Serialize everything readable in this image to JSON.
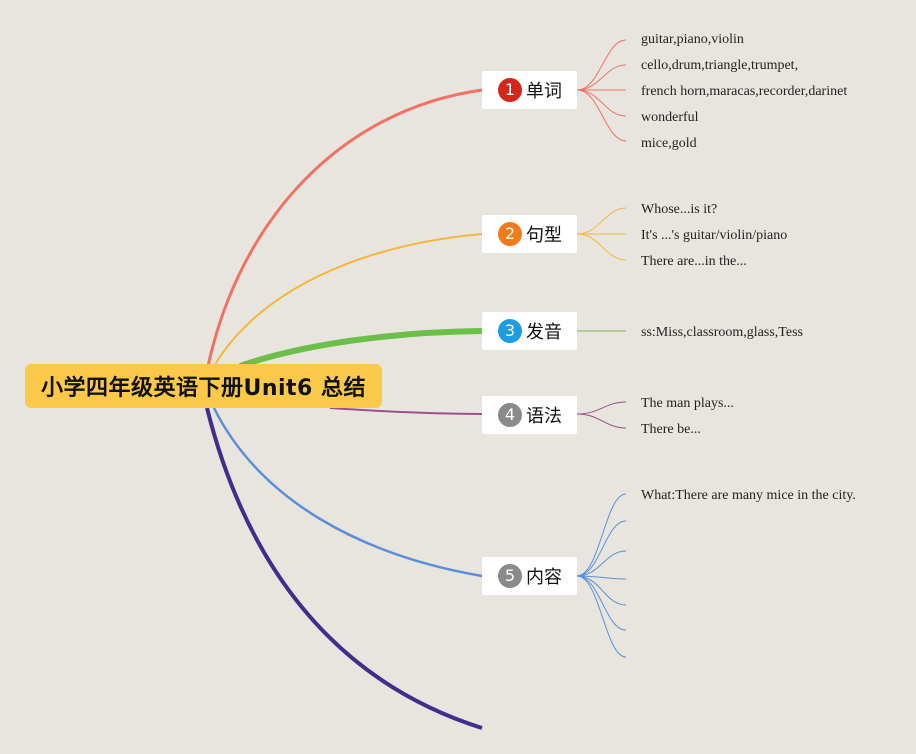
{
  "root": {
    "title": "小学四年级英语下册Unit6 总结"
  },
  "branches": [
    {
      "number": "1",
      "label": "单词",
      "color": "#f07264",
      "badge_color": "#d4271c",
      "leaves": [
        "guitar,piano,violin",
        "cello,drum,triangle,trumpet,",
        "french horn,maracas,recorder,darinet",
        "wonderful",
        "mice,gold"
      ]
    },
    {
      "number": "2",
      "label": "句型",
      "color": "#f5b73b",
      "badge_color": "#f07b1b",
      "leaves": [
        "Whose...is it?",
        "It's ...'s guitar/violin/piano",
        "There are...in the..."
      ]
    },
    {
      "number": "3",
      "label": "发音",
      "color": "#6cc04a",
      "badge_color": "#1e9ce0",
      "leaves": [
        "ss:Miss,classroom,glass,Tess"
      ]
    },
    {
      "number": "4",
      "label": "语法",
      "color": "#9c4f8c",
      "badge_color": "#8a8a8a",
      "leaves": [
        "The man plays...",
        "There be..."
      ]
    },
    {
      "number": "5",
      "label": "内容",
      "color": "#5a8fd8",
      "badge_color": "#8a8a8a",
      "leaves": [
        "What:There are many mice in the city.",
        "",
        "",
        "",
        "",
        "",
        ""
      ]
    }
  ],
  "extra_branch_color": "#3f2e8c"
}
